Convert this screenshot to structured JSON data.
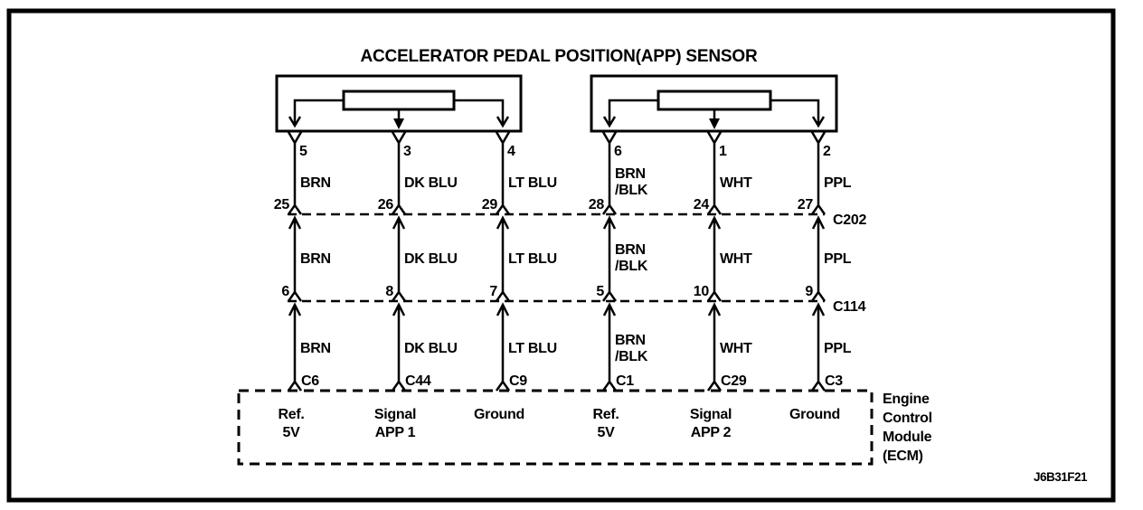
{
  "title": "ACCELERATOR PEDAL POSITION(APP) SENSOR",
  "figure_id": "J6B31F21",
  "connectors": {
    "c202": "C202",
    "c114": "C114"
  },
  "ecm_box_label_lines": [
    "Engine",
    "Control",
    "Module",
    "(ECM)"
  ],
  "wires": [
    {
      "sensor_pin": "5",
      "color_lines": [
        "BRN"
      ],
      "c202_pin": "25",
      "c114_pin": "6",
      "ecm_pin": "C6",
      "function_lines": [
        "Ref.",
        "5V"
      ]
    },
    {
      "sensor_pin": "3",
      "color_lines": [
        "DK BLU"
      ],
      "c202_pin": "26",
      "c114_pin": "8",
      "ecm_pin": "C44",
      "function_lines": [
        "Signal",
        "APP 1"
      ]
    },
    {
      "sensor_pin": "4",
      "color_lines": [
        "LT BLU"
      ],
      "c202_pin": "29",
      "c114_pin": "7",
      "ecm_pin": "C9",
      "function_lines": [
        "Ground"
      ]
    },
    {
      "sensor_pin": "6",
      "color_lines": [
        "BRN",
        "/BLK"
      ],
      "c202_pin": "28",
      "c114_pin": "5",
      "ecm_pin": "C1",
      "function_lines": [
        "Ref.",
        "5V"
      ]
    },
    {
      "sensor_pin": "1",
      "color_lines": [
        "WHT"
      ],
      "c202_pin": "24",
      "c114_pin": "10",
      "ecm_pin": "C29",
      "function_lines": [
        "Signal",
        "APP 2"
      ]
    },
    {
      "sensor_pin": "2",
      "color_lines": [
        "PPL"
      ],
      "c202_pin": "27",
      "c114_pin": "9",
      "ecm_pin": "C3",
      "function_lines": [
        "Ground"
      ]
    }
  ],
  "colors": {
    "line": "#000000",
    "background": "#ffffff"
  }
}
